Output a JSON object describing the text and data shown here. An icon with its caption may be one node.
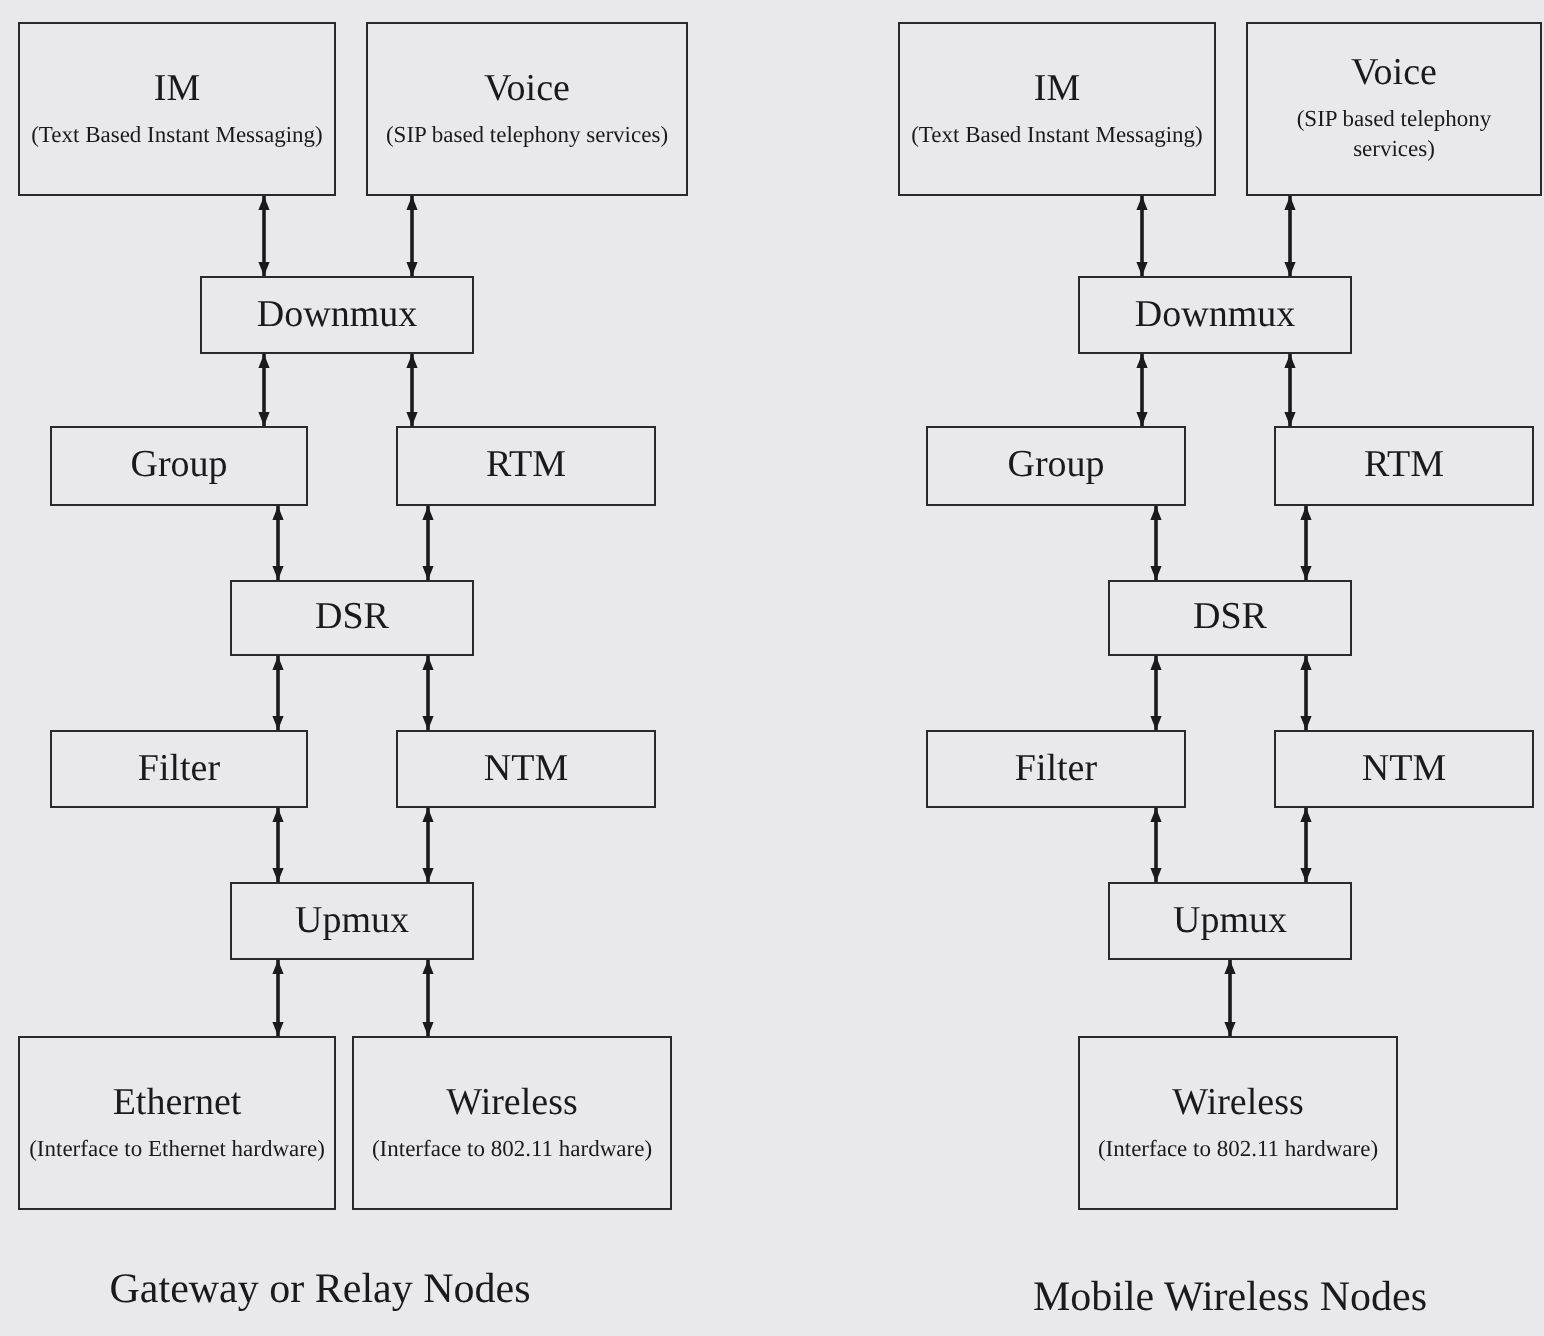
{
  "diagram": {
    "nodes": [
      {
        "text": [
          "IM",
          "(Text Based Instant Messaging)"
        ]
      },
      {
        "text": [
          "Voice",
          "(SIP based telephony services)"
        ]
      },
      {
        "text": [
          "Downmux"
        ]
      },
      {
        "text": [
          "Group"
        ]
      },
      {
        "text": [
          "RTM"
        ]
      },
      {
        "text": [
          "DSR"
        ]
      },
      {
        "text": [
          "Filter"
        ]
      },
      {
        "text": [
          "NTM"
        ]
      },
      {
        "text": [
          "Upmux"
        ]
      },
      {
        "text": [
          "Ethernet",
          "(Interface to Ethernet hardware)"
        ]
      },
      {
        "text": [
          "Wireless",
          "(Interface to 802.11 hardware)"
        ]
      },
      {
        "text": [
          "IM",
          "(Text Based Instant Messaging)"
        ]
      },
      {
        "text": [
          "Voice",
          "(SIP based telephony services)"
        ]
      },
      {
        "text": [
          "Downmux"
        ]
      },
      {
        "text": [
          "Group"
        ]
      },
      {
        "text": [
          "RTM"
        ]
      },
      {
        "text": [
          "DSR"
        ]
      },
      {
        "text": [
          "Filter"
        ]
      },
      {
        "text": [
          "NTM"
        ]
      },
      {
        "text": [
          "Upmux"
        ]
      },
      {
        "text": [
          "Wireless",
          "(Interface to 802.11 hardware)"
        ]
      }
    ],
    "edges": [
      {
        "from": 0,
        "to": 2,
        "arrow": "both"
      },
      {
        "from": 1,
        "to": 2,
        "arrow": "both"
      },
      {
        "from": 2,
        "to": 3,
        "arrow": "both"
      },
      {
        "from": 2,
        "to": 4,
        "arrow": "both"
      },
      {
        "from": 3,
        "to": 5,
        "arrow": "both"
      },
      {
        "from": 4,
        "to": 5,
        "arrow": "both"
      },
      {
        "from": 5,
        "to": 6,
        "arrow": "both"
      },
      {
        "from": 5,
        "to": 7,
        "arrow": "both"
      },
      {
        "from": 6,
        "to": 8,
        "arrow": "both"
      },
      {
        "from": 7,
        "to": 8,
        "arrow": "both"
      },
      {
        "from": 8,
        "to": 9,
        "arrow": "both"
      },
      {
        "from": 8,
        "to": 10,
        "arrow": "both"
      },
      {
        "from": 11,
        "to": 13,
        "arrow": "both"
      },
      {
        "from": 12,
        "to": 13,
        "arrow": "both"
      },
      {
        "from": 13,
        "to": 14,
        "arrow": "both"
      },
      {
        "from": 13,
        "to": 15,
        "arrow": "both"
      },
      {
        "from": 14,
        "to": 16,
        "arrow": "both"
      },
      {
        "from": 15,
        "to": 16,
        "arrow": "both"
      },
      {
        "from": 16,
        "to": 17,
        "arrow": "both"
      },
      {
        "from": 16,
        "to": 18,
        "arrow": "both"
      },
      {
        "from": 17,
        "to": 19,
        "arrow": "both"
      },
      {
        "from": 18,
        "to": 19,
        "arrow": "both"
      },
      {
        "from": 19,
        "to": 20,
        "arrow": "both"
      }
    ],
    "labels": [
      "Gateway or Relay Nodes",
      "Mobile Wireless Nodes"
    ]
  }
}
